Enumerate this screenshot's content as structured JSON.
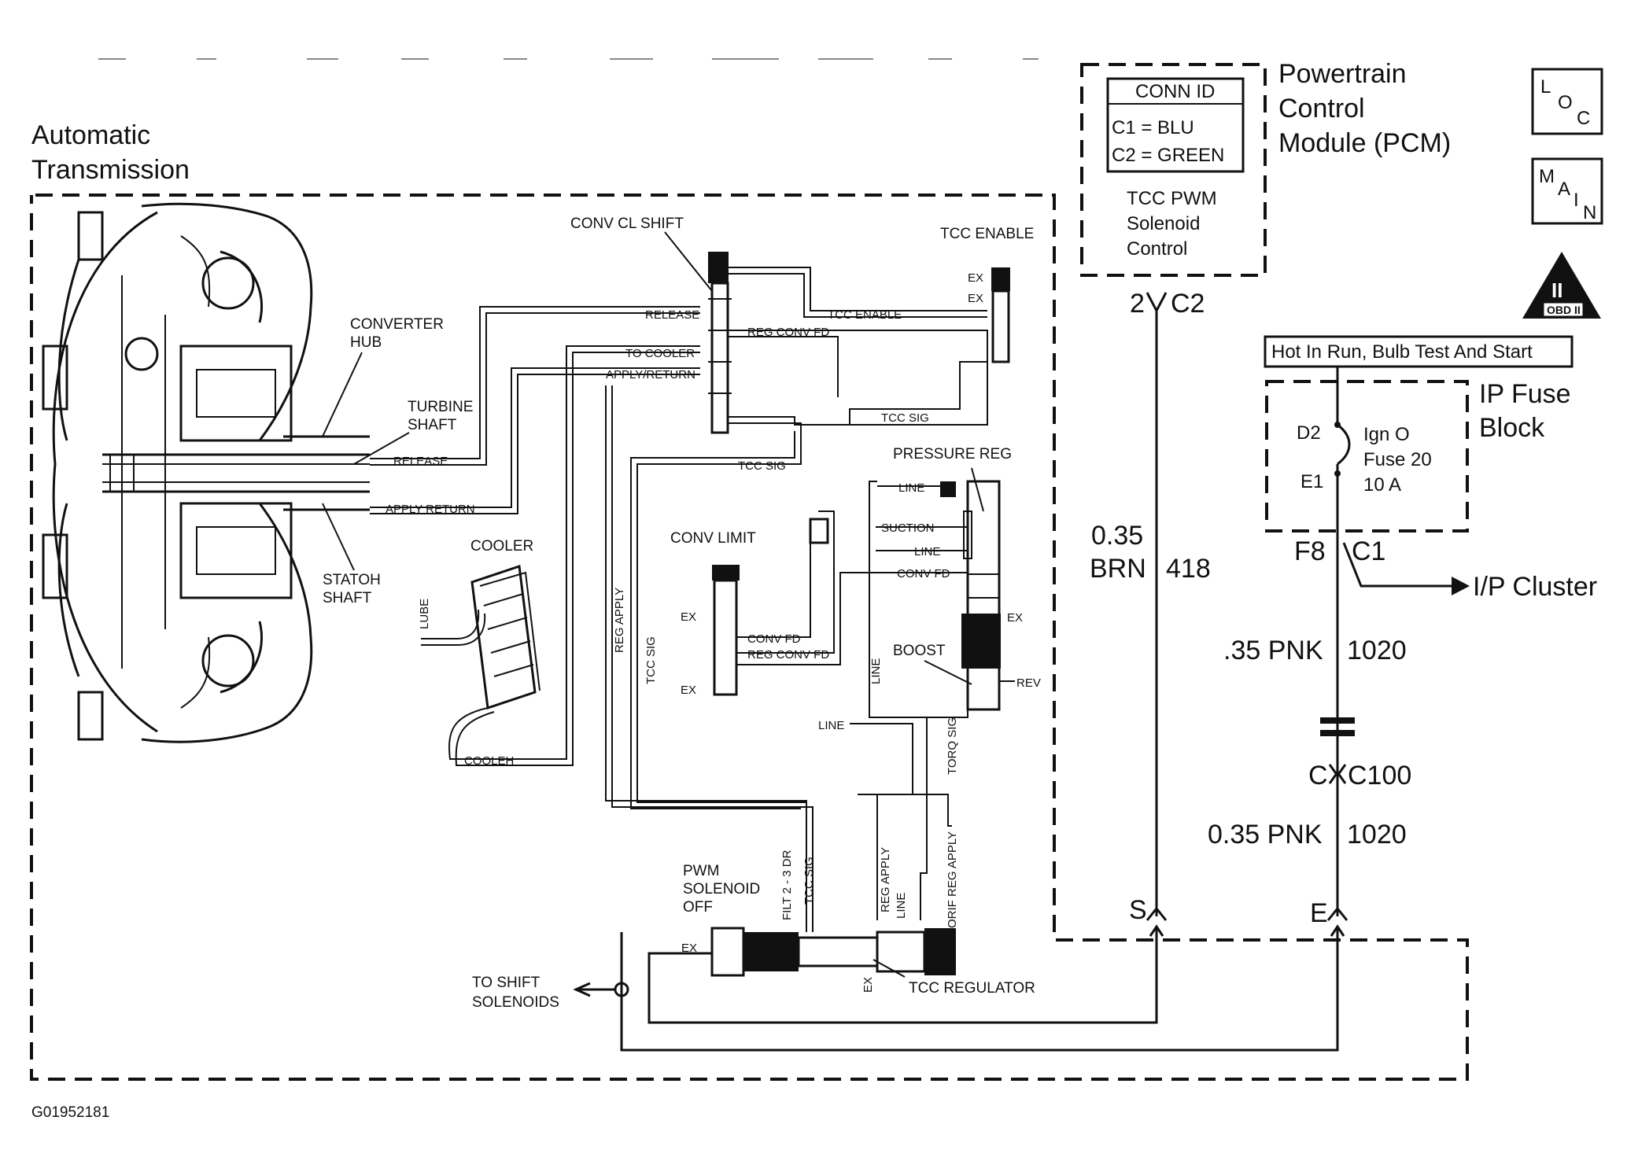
{
  "transmission": {
    "title_line1": "Automatic",
    "title_line2": "Transmission",
    "labels": {
      "converter_hub_1": "CONVERTER",
      "converter_hub_2": "HUB",
      "turbine_shaft_1": "TURBINE",
      "turbine_shaft_2": "SHAFT",
      "stator_shaft_1": "STATOH",
      "stator_shaft_2": "SHAFT",
      "cooler": "COOLER",
      "lube": "LUBE",
      "cooler_line": "COOLEH",
      "release_left": "RELEASE",
      "apply_return_left": "APPLY RETURN",
      "conv_cl_shift": "CONV CL SHIFT",
      "tcc_enable": "TCC ENABLE",
      "release": "RELEASE",
      "tcc_enable_line": "TCC ENABLE",
      "reg_conv_fd": "REG CONV FD",
      "to_cooler": "TO COOLER",
      "apply_return": "APPLY/RETURN",
      "tcc_sig_1": "TCC SIG",
      "tcc_sig_2": "TCC SIG",
      "pressure_reg": "PRESSURE REG",
      "line_1": "LINE",
      "suction": "SUCTION",
      "line_2": "LINE",
      "conv_fd": "CONV FD",
      "conv_limit": "CONV LIMIT",
      "ex_1": "EX",
      "ex_2": "EX",
      "ex_3": "EX",
      "ex_4": "EX",
      "ex_5": "EX",
      "ex_6": "EX",
      "ex_7": "EX",
      "conv_fd_2": "CONV FD",
      "reg_conv_fd_2": "REG CONV FD",
      "boost": "BOOST",
      "rev": "REV",
      "line_3": "LINE",
      "line_4": "LINE",
      "torq_sig": "TORQ SIG",
      "reg_apply": "REG APPLY",
      "tcc_sig_v": "TCC SIG",
      "pwm_1": "PWM",
      "pwm_2": "SOLENOID",
      "pwm_3": "OFF",
      "filt_2_3_dr": "FILT 2 - 3 DR",
      "tcc_sig_v2": "TCC SIG",
      "reg_apply_2": "REG APPLY",
      "line_5": "LINE",
      "orif_reg_apply": "ORIF REG APPLY",
      "to_shift_1": "TO SHIFT",
      "to_shift_2": "SOLENOIDS",
      "tcc_regulator": "TCC REGULATOR"
    }
  },
  "pcm": {
    "title_line1": "Powertrain",
    "title_line2": "Control",
    "title_line3": "Module (PCM)",
    "conn_id_header": "CONN ID",
    "c1": "C1 = BLU",
    "c2": "C2 = GREEN",
    "desc_1": "TCC PWM",
    "desc_2": "Solenoid",
    "desc_3": "Control",
    "pin": "2",
    "connector": "C2",
    "terminal_s": "S",
    "terminal_e": "E"
  },
  "wire_418": {
    "gauge": "0.35",
    "color": "BRN",
    "circuit": "418"
  },
  "fuse_block": {
    "power_label": "Hot In Run, Bulb Test And Start",
    "title_line1": "IP Fuse",
    "title_line2": "Block",
    "d2": "D2",
    "e1": "E1",
    "fuse_1": "Ign O",
    "fuse_2": "Fuse 20",
    "fuse_3": "10 A",
    "f8": "F8",
    "c1": "C1",
    "ip_cluster": "I/P Cluster"
  },
  "wire_1020_top": {
    "label": ".35 PNK",
    "circuit": "1020"
  },
  "c100": {
    "left": "C",
    "right": "C100"
  },
  "wire_1020_bottom": {
    "label": "0.35 PNK",
    "circuit": "1020"
  },
  "symbols": {
    "loc_1": "L",
    "loc_2": "O",
    "loc_3": "C",
    "main_1": "M",
    "main_2": "A",
    "main_3": "I",
    "main_4": "N",
    "obd_numeral": "II",
    "obd_text": "OBD II"
  },
  "figure_id": "G01952181"
}
